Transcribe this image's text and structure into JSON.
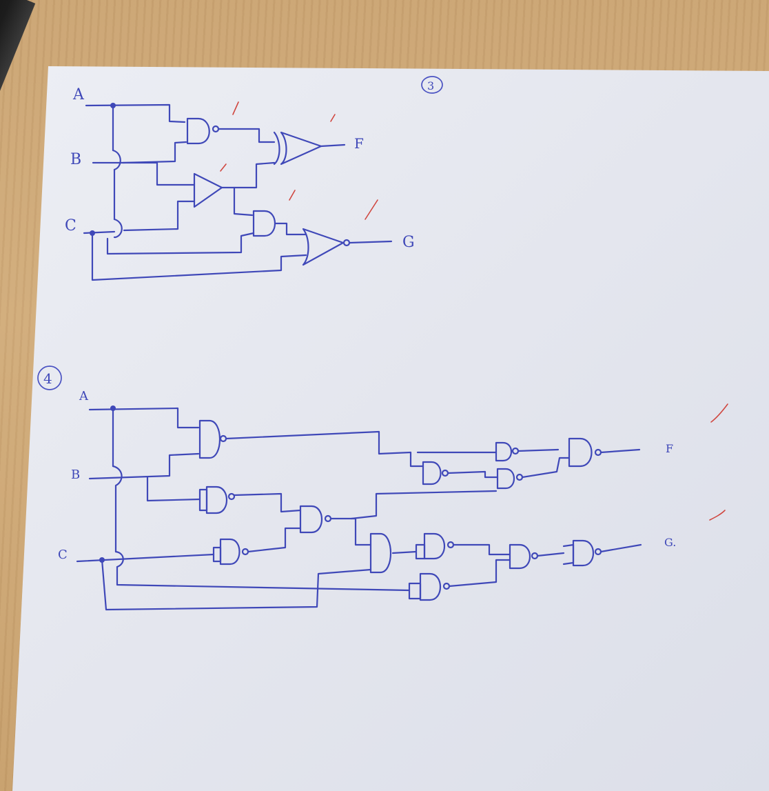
{
  "problem_3": {
    "number": "3",
    "inputs": [
      "A",
      "B",
      "C"
    ],
    "outputs": [
      "F",
      "G"
    ]
  },
  "problem_4": {
    "number": "4",
    "inputs": [
      "A",
      "B",
      "C"
    ],
    "outputs": [
      "F",
      "G."
    ]
  },
  "colors": {
    "ink": "#3f48b8",
    "paper": "#e8e9f0",
    "desk": "#caa473",
    "check_marks": "#d0463f"
  }
}
